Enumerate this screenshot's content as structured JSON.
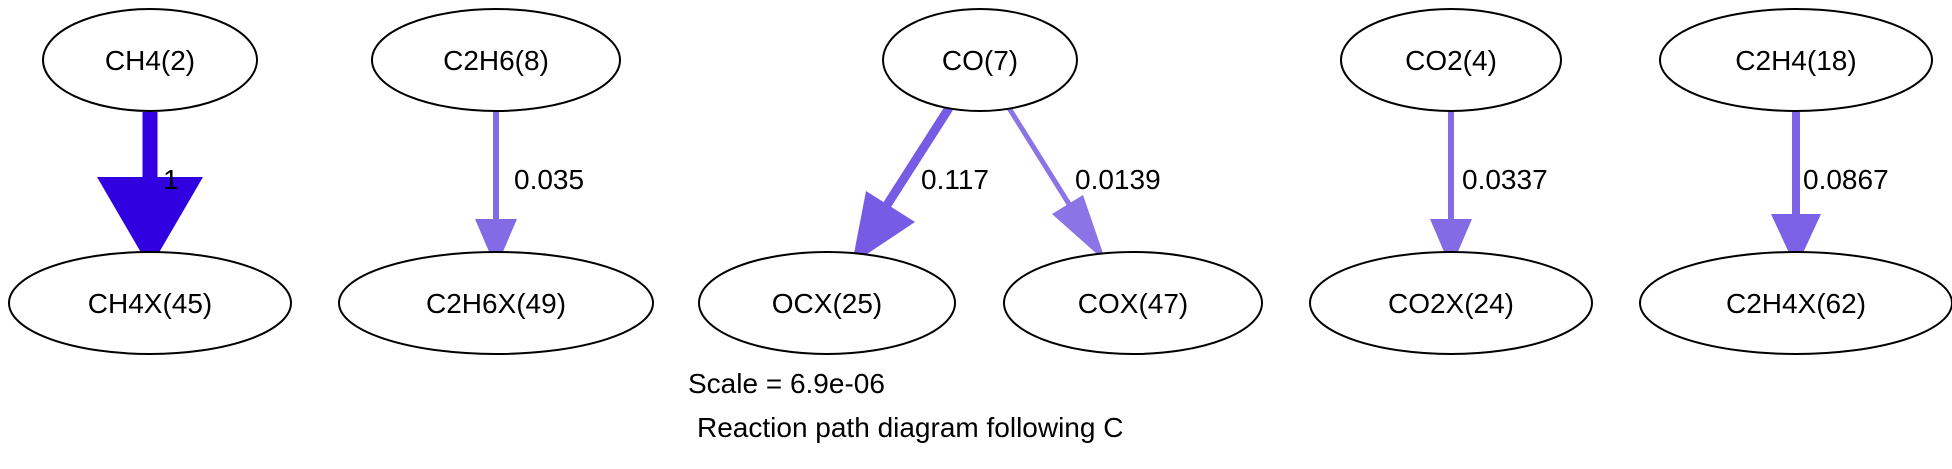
{
  "nodes": [
    {
      "id": "ch4",
      "label": "CH4(2)"
    },
    {
      "id": "ch4x",
      "label": "CH4X(45)"
    },
    {
      "id": "c2h6",
      "label": "C2H6(8)"
    },
    {
      "id": "c2h6x",
      "label": "C2H6X(49)"
    },
    {
      "id": "co",
      "label": "CO(7)"
    },
    {
      "id": "ocx",
      "label": "OCX(25)"
    },
    {
      "id": "cox",
      "label": "COX(47)"
    },
    {
      "id": "co2",
      "label": "CO2(4)"
    },
    {
      "id": "co2x",
      "label": "CO2X(24)"
    },
    {
      "id": "c2h4",
      "label": "C2H4(18)"
    },
    {
      "id": "c2h4x",
      "label": "C2H4X(62)"
    }
  ],
  "edges": [
    {
      "from": "ch4",
      "to": "ch4x",
      "label": "1",
      "color": "#3000e0"
    },
    {
      "from": "c2h6",
      "to": "c2h6x",
      "label": "0.035",
      "color": "#836be6"
    },
    {
      "from": "co",
      "to": "ocx",
      "label": "0.117",
      "color": "#765ce5"
    },
    {
      "from": "co",
      "to": "cox",
      "label": "0.0139",
      "color": "#8a74e6"
    },
    {
      "from": "co2",
      "to": "co2x",
      "label": "0.0337",
      "color": "#836be6"
    },
    {
      "from": "c2h4",
      "to": "c2h4x",
      "label": "0.0867",
      "color": "#7a61e5"
    }
  ],
  "caption": {
    "scale": "Scale = 6.9e-06",
    "title": "Reaction path diagram following C"
  }
}
